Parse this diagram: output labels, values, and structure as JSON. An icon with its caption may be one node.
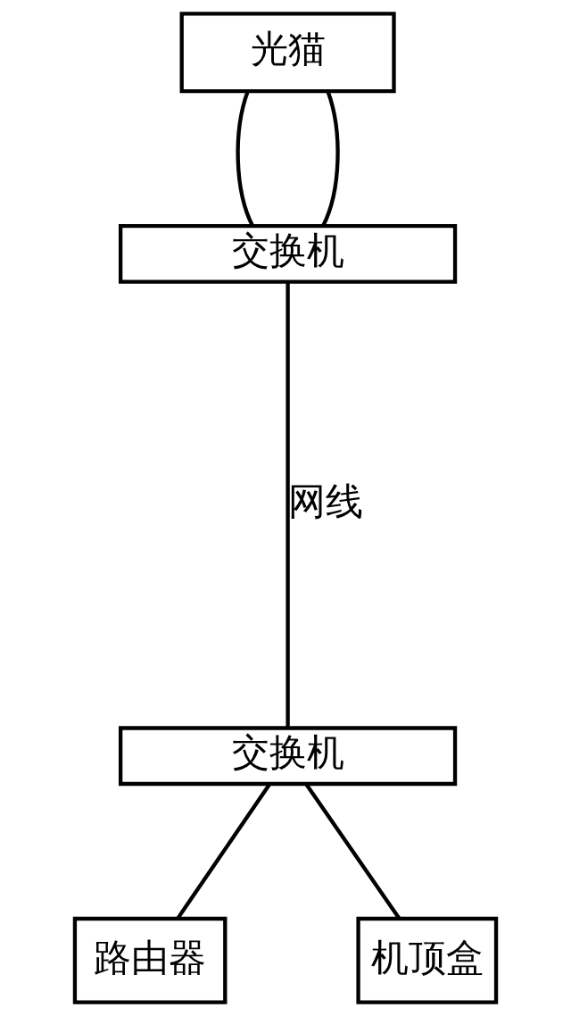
{
  "diagram": {
    "nodes": [
      {
        "text": [
          "光猫"
        ]
      },
      {
        "text": [
          "交换机"
        ]
      },
      {
        "text": [
          "交换机"
        ]
      },
      {
        "text": [
          "路由器"
        ]
      },
      {
        "text": [
          "机顶盒"
        ]
      }
    ],
    "edges": [
      {
        "from": 0,
        "to": 1,
        "arrow": "none"
      },
      {
        "from": 0,
        "to": 1,
        "arrow": "none"
      },
      {
        "from": 1,
        "to": 2,
        "arrow": "none",
        "label": "网线"
      },
      {
        "from": 2,
        "to": 3,
        "arrow": "none"
      },
      {
        "from": 2,
        "to": 4,
        "arrow": "none"
      }
    ]
  }
}
